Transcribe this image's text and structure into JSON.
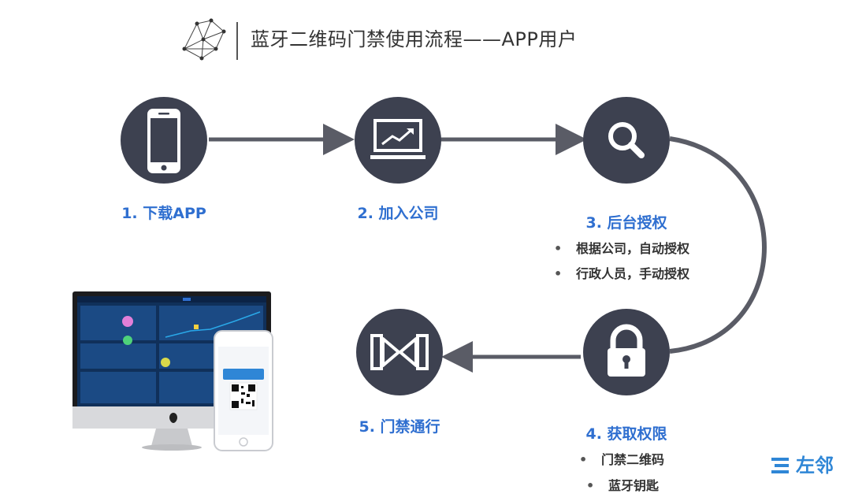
{
  "header": {
    "title": "蓝牙二维码门禁使用流程——APP用户"
  },
  "steps": [
    {
      "label": "1. 下载APP",
      "icon": "phone-icon"
    },
    {
      "label": "2. 加入公司",
      "icon": "chart-monitor-icon"
    },
    {
      "label": "3. 后台授权",
      "icon": "search-icon",
      "bullets": [
        "根据公司，自动授权",
        "行政人员，手动授权"
      ]
    },
    {
      "label": "4. 获取权限",
      "icon": "lock-icon",
      "bullets": [
        "门禁二维码",
        "蓝牙钥匙"
      ]
    },
    {
      "label": "5. 门禁通行",
      "icon": "gate-icon"
    }
  ],
  "bullet_symbol": "•",
  "brand": {
    "name": "左邻"
  },
  "colors": {
    "circle": "#3d4150",
    "accent": "#2f6fd0",
    "arrow": "#5a5c66",
    "brand": "#2f86d6"
  }
}
